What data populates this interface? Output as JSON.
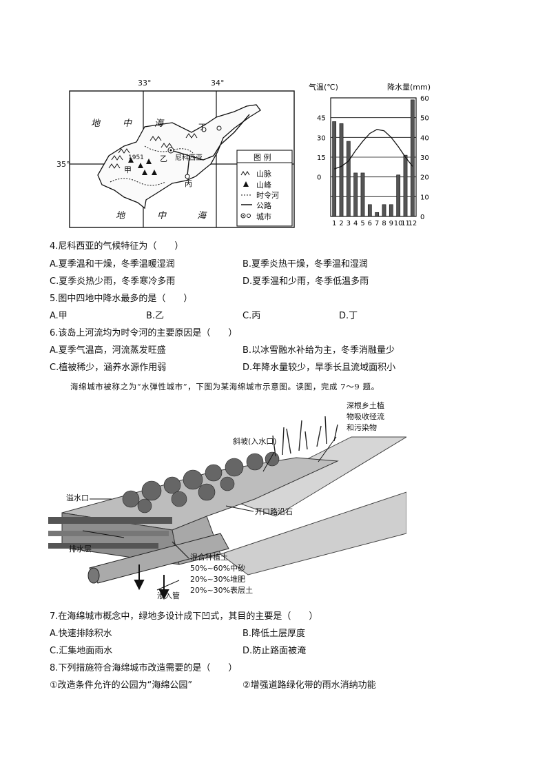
{
  "map": {
    "lon_labels": [
      "33°",
      "34°"
    ],
    "lat_label": "35°",
    "sea_labels": [
      "地",
      "中",
      "海",
      "地",
      "中",
      "海"
    ],
    "places": {
      "nicosia": "尼科西亚",
      "jia": "甲",
      "yi": "乙",
      "bing": "丙",
      "ding": "丁",
      "peak": "1951"
    },
    "legend": {
      "title": "图 例",
      "items": [
        "山脉",
        "山峰",
        "时令河",
        "公路",
        "城市"
      ]
    }
  },
  "climate_chart": {
    "left_axis_title": "气温(℃)",
    "right_axis_title": "降水量(mm)"
  },
  "chart_data": {
    "type": "bar",
    "categories": [
      "1",
      "2",
      "3",
      "4",
      "5",
      "6",
      "7",
      "8",
      "9",
      "10",
      "11",
      "12"
    ],
    "series": [
      {
        "type": "bar",
        "axis": "right",
        "values": [
          48,
          47,
          38,
          22,
          22,
          6,
          2,
          6,
          6,
          21,
          31,
          59
        ]
      },
      {
        "type": "line",
        "axis": "left",
        "values": [
          6,
          8,
          12,
          20,
          27,
          33,
          36,
          35,
          30,
          23,
          15,
          8
        ]
      }
    ],
    "left_ticks": [
      "45",
      "30",
      "15",
      "0"
    ],
    "right_ticks": [
      "60",
      "50",
      "40",
      "30",
      "20",
      "10",
      "0"
    ],
    "xlabel": "",
    "ylabel_left": "气温(℃)",
    "ylabel_right": "降水量(mm)",
    "ylim_right": [
      0,
      60
    ]
  },
  "questions_top": [
    {
      "stem": "4.尼科西亚的气候特征为（　　）",
      "options": [
        "A.夏季温和干燥，冬季温暖湿润",
        "B.夏季炎热干燥，冬季温和湿润",
        "C.夏季炎热少雨，冬季寒冷多雨",
        "D.夏季温和少雨，冬季低温多雨"
      ]
    },
    {
      "stem": "5.图中四地中降水最多的是（　　）",
      "options": [
        "A.甲",
        "B.乙",
        "C.丙",
        "D.丁"
      ]
    },
    {
      "stem": "6.该岛上河流均为时令河的主要原因是（　　）",
      "options": [
        "A.夏季气温高，河流蒸发旺盛",
        "B.以冰雪融水补给为主，冬季消融量少",
        "C.植被稀少，涵养水源作用弱",
        "D.年降水量较少，旱季长且流域面积小"
      ]
    }
  ],
  "intro": "海绵城市被称之为“水弹性城市”，下图为某海绵城市示意图。读图，完成 7～9 题。",
  "sponge_figure": {
    "labels": {
      "plant": [
        "深根乡土植",
        "物吸收径流",
        "和污染物"
      ],
      "slope": "斜坡(入水口)",
      "overflow": "溢水口",
      "curb": "开口路沿石",
      "drain": "排水层",
      "soil_title": "混合种植土",
      "soil_1": "50%~60%中砂",
      "soil_2": "20%~30%堆肥",
      "soil_3": "20%~30%表层土",
      "pipe": "渗入管"
    }
  },
  "questions_bottom": [
    {
      "stem": "7.在海绵城市概念中，绿地多设计成下凹式，其目的主要是（　　）",
      "options": [
        "A.快速排除积水",
        "B.降低土层厚度",
        "C.汇集地面雨水",
        "D.防止路面被淹"
      ]
    },
    {
      "stem": "8.下列措施符合海绵城市改造需要的是（　　）",
      "options": [
        "①改造条件允许的公园为“海绵公园”",
        "②增强道路绿化带的雨水消纳功能"
      ]
    }
  ]
}
